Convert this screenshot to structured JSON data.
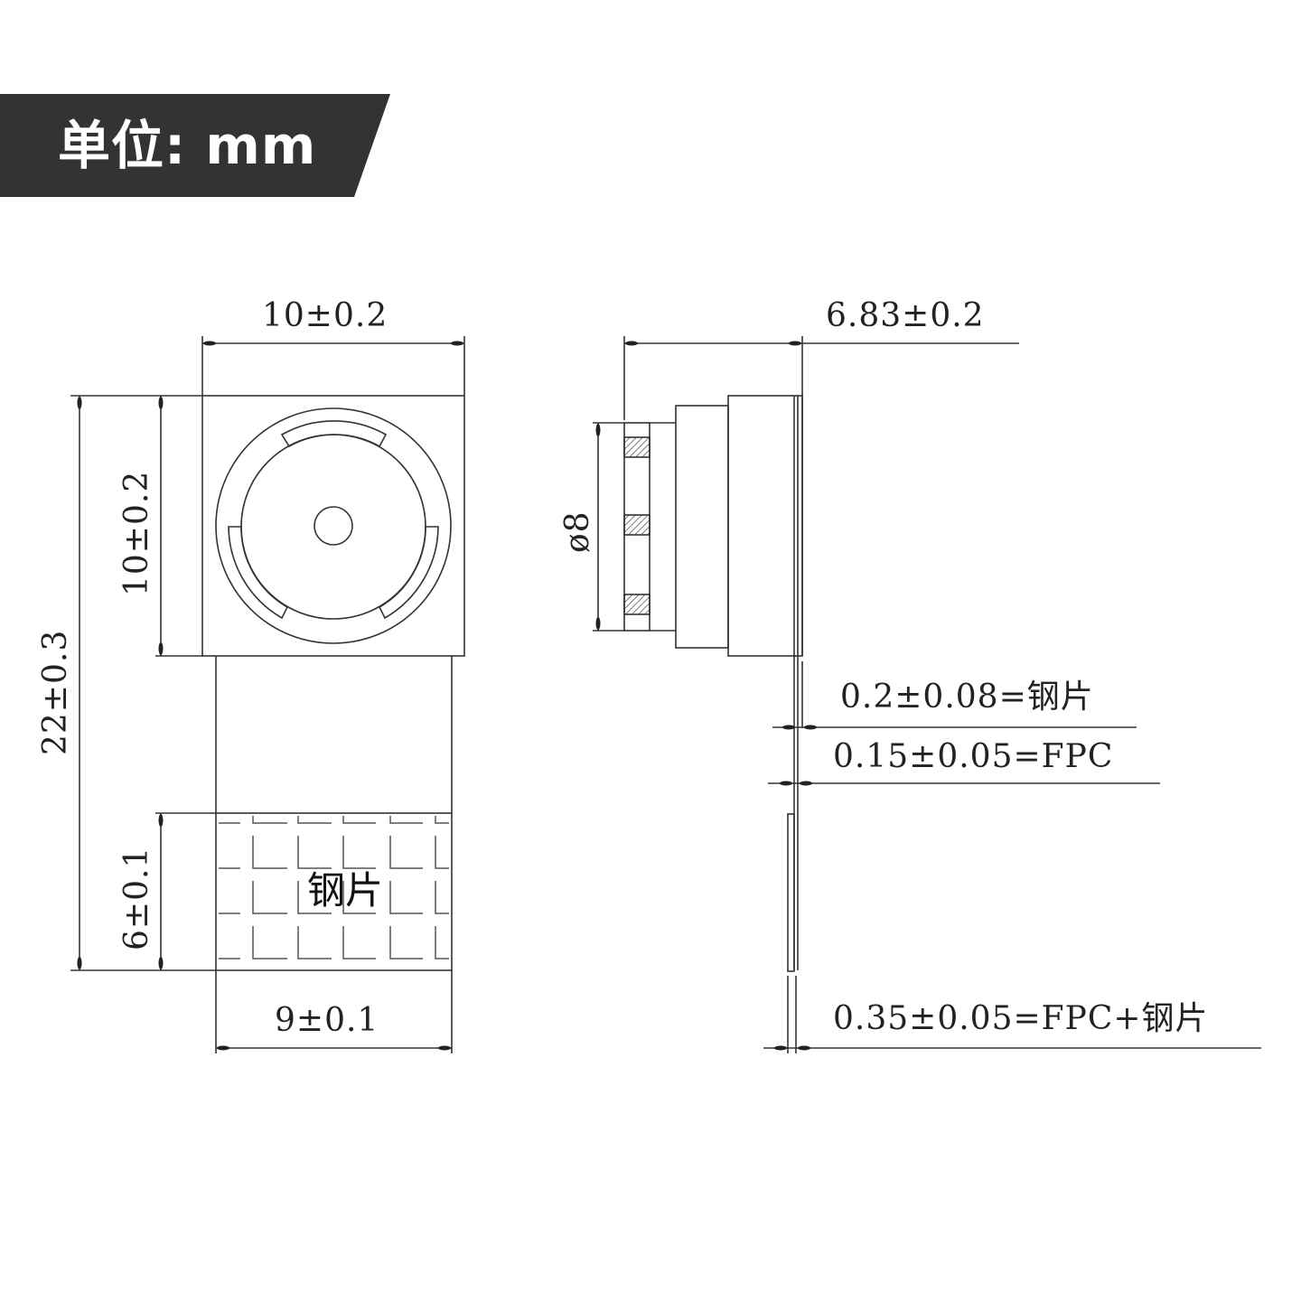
{
  "header": {
    "unit_label": "单位: mm",
    "banner_color": "#333333"
  },
  "front_view": {
    "width_dim": "10±0.2",
    "height_head_dim": "10±0.2",
    "total_height_dim": "22±0.3",
    "steel_height_dim": "6±0.1",
    "steel_width_dim": "9±0.1",
    "steel_label": "钢片"
  },
  "side_view": {
    "depth_dim": "6.83±0.2",
    "diameter_dim": "ø8",
    "steel_thickness_dim": "0.2±0.08=钢片",
    "fpc_thickness_dim": "0.15±0.05=FPC",
    "total_thickness_dim": "0.35±0.05=FPC+钢片"
  },
  "colors": {
    "line": "#333333",
    "background": "#ffffff"
  }
}
